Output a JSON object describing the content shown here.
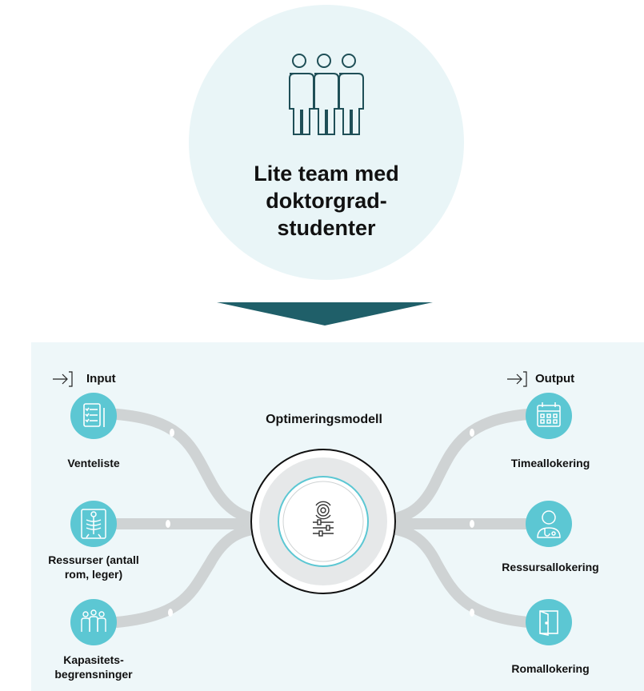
{
  "team": {
    "title_lines": [
      "Lite team med",
      "doktorgrad-",
      "studenter"
    ],
    "icon": "people-group-icon"
  },
  "panel": {
    "input_label": "Input",
    "output_label": "Output",
    "model_title": "Optimeringsmodell",
    "arrow_in_icon": "sign-in-arrow-icon",
    "model_icon": "gear-sliders-icon"
  },
  "inputs": [
    {
      "lines": [
        "Venteliste"
      ],
      "icon": "checklist-icon"
    },
    {
      "lines": [
        "Ressurser (antall",
        "rom, leger)"
      ],
      "icon": "xray-skeleton-icon"
    },
    {
      "lines": [
        "Kapasitets-",
        "begrensninger"
      ],
      "icon": "team-group-icon"
    }
  ],
  "outputs": [
    {
      "lines": [
        "Timeallokering"
      ],
      "icon": "calendar-icon"
    },
    {
      "lines": [
        "Ressursallokering"
      ],
      "icon": "doctor-icon"
    },
    {
      "lines": [
        "Romallokering"
      ],
      "icon": "door-icon"
    }
  ],
  "colors": {
    "teal": "#5cc7d3",
    "dark_teal": "#1f5f69",
    "light_bg": "#e9f5f7",
    "panel_bg": "#eef7f9",
    "path_gray": "#cfd3d4"
  }
}
